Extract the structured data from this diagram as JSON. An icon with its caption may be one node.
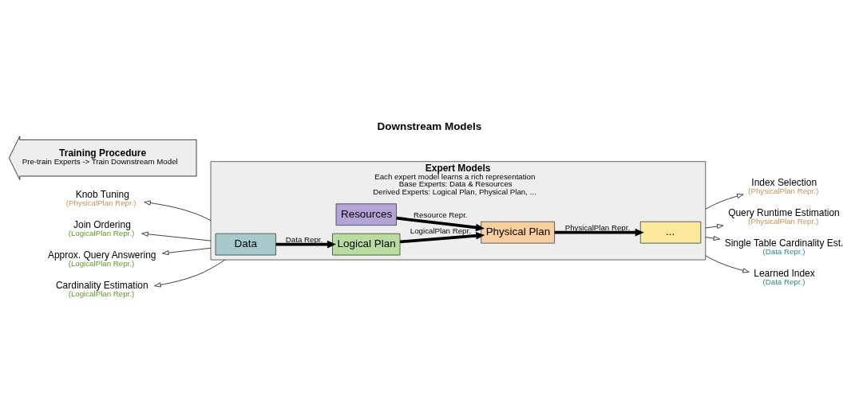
{
  "diagram": {
    "title": "Downstream Models",
    "nodes": [
      {
        "text": [
          "Index Selection",
          "(PhysicalPlan Repr.)"
        ]
      },
      {
        "text": [
          "Knob Tuning",
          "(PhysicalPlan Repr.)"
        ]
      },
      {
        "text": [
          "Query Runtime Estimation",
          "(PhysicalPlan Repr.)"
        ]
      },
      {
        "text": [
          "Training Procedure",
          "Pre-train Experts -> Train Downstream Model"
        ]
      },
      {
        "text": [
          "Join Ordering",
          "(LogicalPlan Repr.)"
        ]
      },
      {
        "text": [
          "Expert Models",
          "Each expert model learns a rich representation",
          "Base Experts: Data & Resources",
          "Derived Experts: Logical Plan, Physical Plan, ..."
        ]
      },
      {
        "text": [
          "..."
        ],
        "in": 5
      },
      {
        "text": [
          "Physical Plan"
        ],
        "in": 5
      },
      {
        "text": [
          "Resources"
        ],
        "in": 5
      },
      {
        "text": [
          "Logical Plan"
        ],
        "in": 5
      },
      {
        "text": [
          "Data"
        ],
        "in": 5
      },
      {
        "text": [
          "Single Table Cardinality Est.",
          "(Data Repr.)"
        ]
      },
      {
        "text": [
          "Approx. Query Answering",
          "(LogicalPlan Repr.)"
        ]
      },
      {
        "text": [
          "Learned Index",
          "(Data Repr.)"
        ]
      },
      {
        "text": [
          "Cardinality Estimation",
          "(LogicalPlan Repr.)"
        ]
      }
    ],
    "edges": [
      {
        "from": 10,
        "to": 9,
        "arrow": "to",
        "label": "Data Repr.",
        "style": "thick"
      },
      {
        "from": 9,
        "to": 7,
        "arrow": "to",
        "label": "LogicalPlan Repr.",
        "style": "thick"
      },
      {
        "from": 8,
        "to": 7,
        "arrow": "to",
        "label": "Resource Repr.",
        "style": "thick"
      },
      {
        "from": 7,
        "to": 6,
        "arrow": "to",
        "label": "PhysicalPlan Repr.",
        "style": "thick"
      },
      {
        "from": 5,
        "to": 0,
        "arrow": "to"
      },
      {
        "from": 5,
        "to": 1,
        "arrow": "to"
      },
      {
        "from": 5,
        "to": 2,
        "arrow": "to"
      },
      {
        "from": 5,
        "to": 4,
        "arrow": "to"
      },
      {
        "from": 5,
        "to": 11,
        "arrow": "to"
      },
      {
        "from": 5,
        "to": 12,
        "arrow": "to"
      },
      {
        "from": 5,
        "to": 13,
        "arrow": "to"
      },
      {
        "from": 5,
        "to": 14,
        "arrow": "to"
      }
    ]
  }
}
